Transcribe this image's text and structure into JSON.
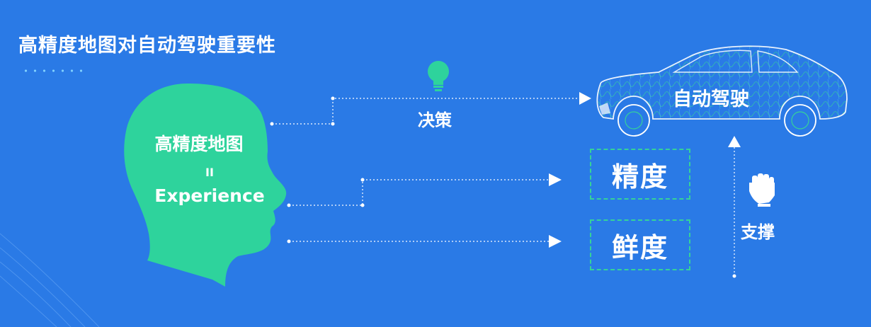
{
  "slide": {
    "title": "高精度地图对自动驾驶重要性"
  },
  "head": {
    "line1": "高精度地图",
    "equals": "II",
    "line2": "Experience"
  },
  "decision": {
    "label": "决策"
  },
  "car": {
    "label": "自动驾驶"
  },
  "boxes": {
    "precision": "精度",
    "freshness": "鲜度"
  },
  "support": {
    "label": "支撑"
  },
  "colors": {
    "background": "#2a7ae6",
    "accent_green": "#2ed39c",
    "line": "#ffffff"
  },
  "icons": [
    "lightbulb-icon",
    "fist-icon",
    "car-icon",
    "head-silhouette-icon"
  ]
}
